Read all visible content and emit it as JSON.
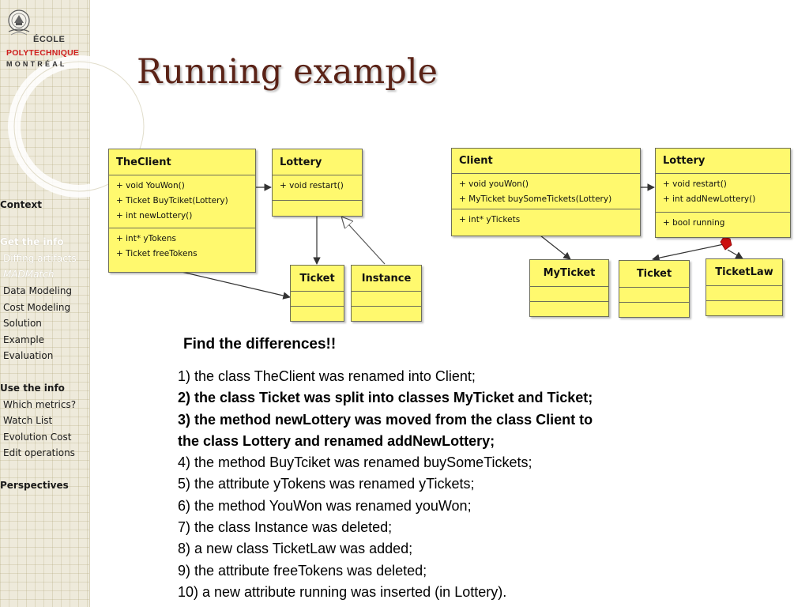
{
  "sidebar": {
    "logo": {
      "ecole": "ÉCOLE",
      "poly": "POLYTECHNIQUE",
      "city": "MONTRÉAL"
    },
    "items": [
      {
        "label": "Context",
        "kind": "head",
        "active": false
      },
      {
        "label": "Get the info",
        "kind": "head",
        "active": true
      },
      {
        "label": "Diffing artifacts",
        "kind": "sub",
        "active": true
      },
      {
        "label": "MADMatch",
        "kind": "sub",
        "active": true
      },
      {
        "label": "Data Modeling",
        "kind": "sub",
        "active": false
      },
      {
        "label": "Cost Modeling",
        "kind": "sub",
        "active": false
      },
      {
        "label": "Solution",
        "kind": "sub",
        "active": false
      },
      {
        "label": "Example",
        "kind": "sub",
        "active": false
      },
      {
        "label": "Evaluation",
        "kind": "sub",
        "active": false
      },
      {
        "label": "Use the info",
        "kind": "head",
        "active": false
      },
      {
        "label": "Which metrics?",
        "kind": "sub",
        "active": false
      },
      {
        "label": "Watch List",
        "kind": "sub",
        "active": false
      },
      {
        "label": "Evolution Cost",
        "kind": "sub",
        "active": false
      },
      {
        "label": "Edit operations",
        "kind": "sub",
        "active": false
      },
      {
        "label": "Perspectives",
        "kind": "head",
        "active": false
      }
    ]
  },
  "title": "Running example",
  "left_diagram": {
    "client": {
      "name": "TheClient",
      "methods": [
        "+ void YouWon()",
        "+ Ticket BuyTciket(Lottery)",
        "+ int newLottery()"
      ],
      "attributes": [
        "+ int* yTokens",
        "+ Ticket freeTokens"
      ]
    },
    "lottery": {
      "name": "Lottery",
      "methods": [
        "+ void restart()"
      ]
    },
    "ticket": {
      "name": "Ticket"
    },
    "instance": {
      "name": "Instance"
    }
  },
  "right_diagram": {
    "client": {
      "name": "Client",
      "methods": [
        "+ void youWon()",
        "+ MyTicket buySomeTickets(Lottery)"
      ],
      "attributes": [
        "+ int* yTickets"
      ]
    },
    "lottery": {
      "name": "Lottery",
      "methods": [
        "+ void restart()",
        "+ int addNewLottery()"
      ],
      "attributes": [
        "+ bool running"
      ]
    },
    "myticket": {
      "name": "MyTicket"
    },
    "ticket": {
      "name": "Ticket"
    },
    "ticketlaw": {
      "name": "TicketLaw"
    }
  },
  "find_title": "Find the differences!!",
  "differences": [
    {
      "text": "1) the class TheClient was renamed into Client;",
      "bold": false
    },
    {
      "text": "2) the class Ticket was split into classes MyTicket and Ticket;",
      "bold": true
    },
    {
      "text": "3) the method newLottery was moved from the class Client to",
      "bold": true
    },
    {
      "text": "the class Lottery and renamed addNewLottery;",
      "bold": true
    },
    {
      "text": "4) the method BuyTciket was renamed buySomeTickets;",
      "bold": false
    },
    {
      "text": "5) the attribute yTokens was renamed yTickets;",
      "bold": false
    },
    {
      "text": "6) the method YouWon was renamed youWon;",
      "bold": false
    },
    {
      "text": "7) the class Instance was deleted;",
      "bold": false
    },
    {
      "text": "8) a new class TicketLaw was added;",
      "bold": false
    },
    {
      "text": "9) the attribute freeTokens was deleted;",
      "bold": false
    },
    {
      "text": "10) a new attribute running was inserted (in Lottery).",
      "bold": false
    }
  ],
  "colors": {
    "class_fill": "#fff96e",
    "title": "#5a2216",
    "poly_red": "#d01f1f",
    "composition_red": "#cc1111"
  }
}
